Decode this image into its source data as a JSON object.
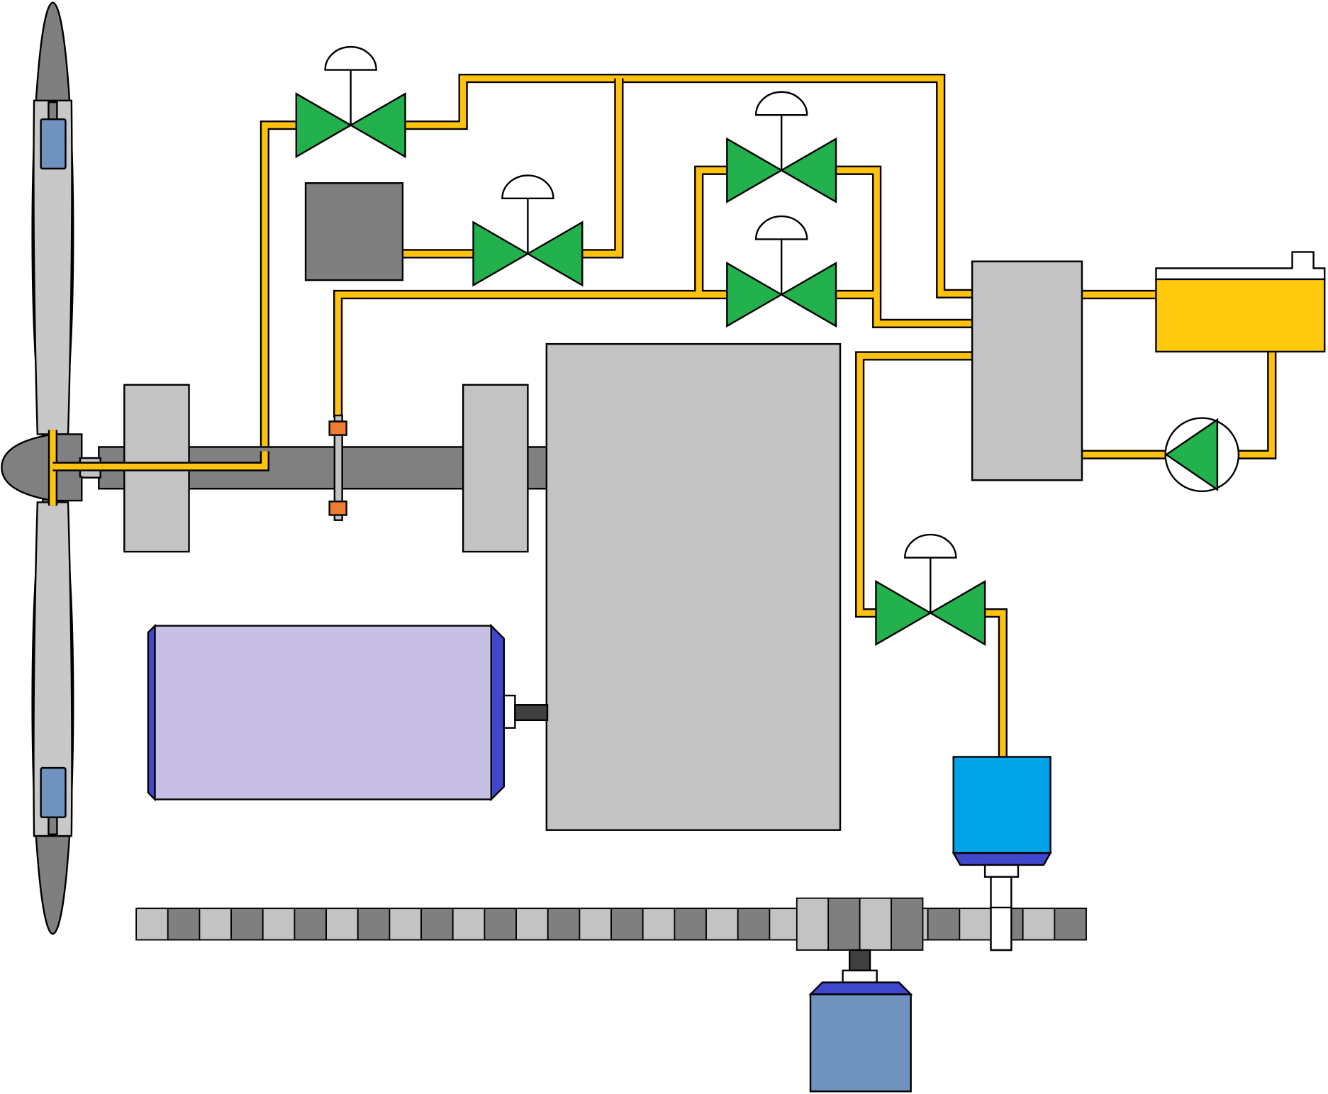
{
  "colors": {
    "background": "#ffffff",
    "outline": "#000000",
    "hydraulic_pipe": "#ffc20e",
    "valve": "#22b14c",
    "light_gray": "#c3c3c3",
    "dark_gray": "#7f7f7f",
    "shaft_gray": "#808080",
    "blade_gray": "#c8c8c8",
    "blade_tip_gray": "#7f7f7f",
    "motor_blue": "#7092be",
    "motor_cap_blue": "#3f48cc",
    "generator_fill": "#c8bfe7",
    "pump_motor_cyan": "#00a2e8",
    "tank_oil": "#ffc90e",
    "brake_pad": "#ed7d31",
    "gear_dark": "#7f7f7f",
    "gear_light": "#c3c3c3",
    "dark_shaft": "#404040"
  },
  "components": [
    {
      "name": "rotor-blade-upper",
      "icon": "rotor-blade-icon"
    },
    {
      "name": "rotor-blade-lower",
      "icon": "rotor-blade-icon"
    },
    {
      "name": "spinner-hub",
      "icon": "spinner-icon"
    },
    {
      "name": "pitch-actuator-upper",
      "icon": "actuator-icon"
    },
    {
      "name": "pitch-actuator-lower",
      "icon": "actuator-icon"
    },
    {
      "name": "main-shaft",
      "icon": "shaft-icon"
    },
    {
      "name": "main-bearing-front",
      "icon": "bearing-icon"
    },
    {
      "name": "main-bearing-rear",
      "icon": "bearing-icon"
    },
    {
      "name": "rotor-brake-disc",
      "icon": "brake-disc-icon"
    },
    {
      "name": "gearbox",
      "icon": "gearbox-icon"
    },
    {
      "name": "generator",
      "icon": "generator-icon"
    },
    {
      "name": "accumulator",
      "icon": "accumulator-icon"
    },
    {
      "name": "hydraulic-manifold",
      "icon": "manifold-icon"
    },
    {
      "name": "oil-tank",
      "icon": "tank-icon"
    },
    {
      "name": "hydraulic-pump",
      "icon": "pump-icon"
    },
    {
      "name": "yaw-motor",
      "icon": "motor-icon"
    },
    {
      "name": "yaw-drive-motor",
      "icon": "motor-icon"
    },
    {
      "name": "yaw-gear-ring",
      "icon": "gear-rack-icon"
    },
    {
      "name": "control-valve-pitch",
      "icon": "valve-icon"
    },
    {
      "name": "control-valve-accumulator",
      "icon": "valve-icon"
    },
    {
      "name": "control-valve-upper-right",
      "icon": "valve-icon"
    },
    {
      "name": "control-valve-brake",
      "icon": "valve-icon"
    },
    {
      "name": "control-valve-yaw",
      "icon": "valve-icon"
    }
  ]
}
